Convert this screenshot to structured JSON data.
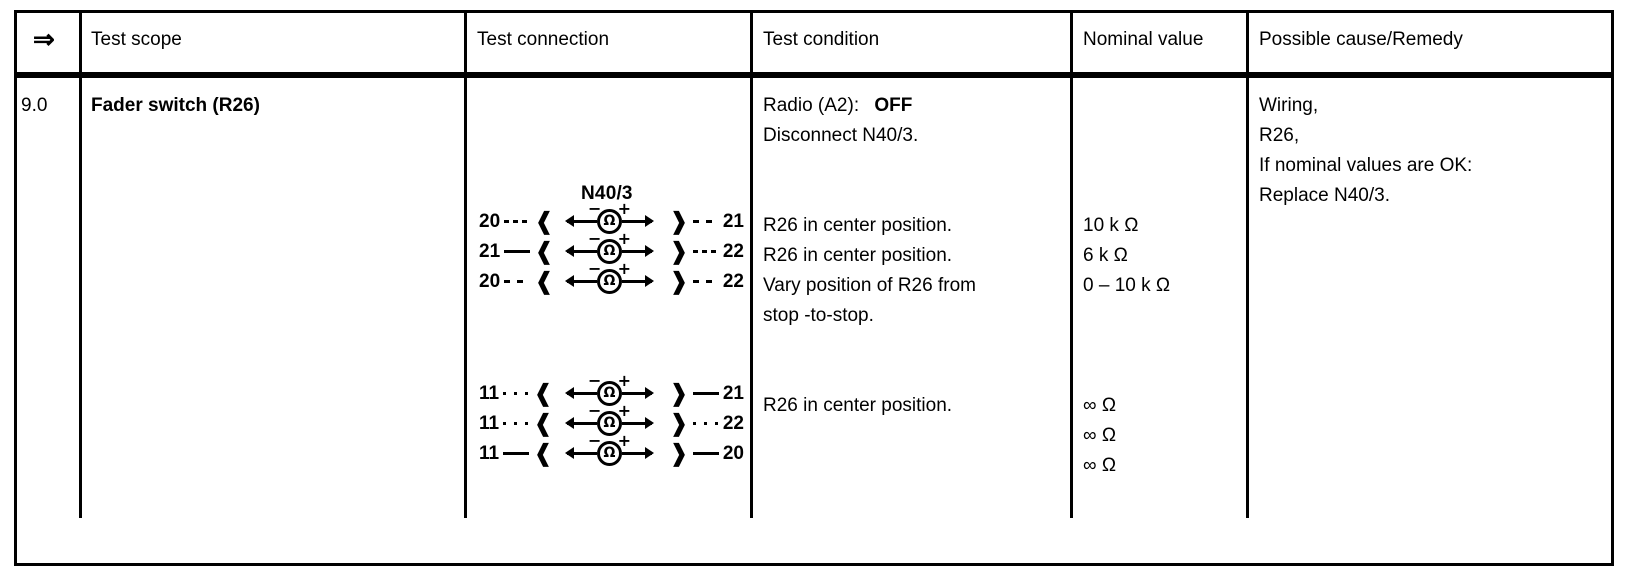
{
  "table": {
    "headers": {
      "arrow_glyph": "⇒",
      "test_scope": "Test scope",
      "test_connection": "Test connection",
      "test_condition": "Test condition",
      "nominal_value": "Nominal value",
      "possible_cause": "Possible cause/Remedy"
    },
    "row": {
      "number": "9.0",
      "scope": "Fader switch (R26)",
      "condition": {
        "line1_label": "Radio (A2):",
        "line1_value": "OFF",
        "line2": "Disconnect N40/3.",
        "line3": "R26 in center position.",
        "line4": "R26 in center position.",
        "line5a": "Vary position of R26 from",
        "line5b": "stop -to-stop.",
        "line6": "R26 in center position."
      },
      "nominal": {
        "v1": "10 k Ω",
        "v2": "6 k Ω",
        "v3": "0 – 10 k Ω",
        "v4": "∞ Ω",
        "v5": "∞ Ω",
        "v6": "∞ Ω"
      },
      "remedy": {
        "l1": "Wiring,",
        "l2": "R26,",
        "l3": "If nominal values are OK:",
        "l4": "Replace N40/3."
      },
      "connection": {
        "device_label": "N40/3",
        "socket_left_glyph": "❰",
        "socket_right_glyph": "❱",
        "meter_symbol": "Ω",
        "minus_sign": "−",
        "plus_sign": "+",
        "measurements": [
          {
            "left": "20",
            "right": "21",
            "left_lead": "dash3",
            "right_lead": "dash2"
          },
          {
            "left": "21",
            "right": "22",
            "left_lead": "solid",
            "right_lead": "dash3"
          },
          {
            "left": "20",
            "right": "22",
            "left_lead": "dash2",
            "right_lead": "dash2"
          },
          {
            "left": "11",
            "right": "21",
            "left_lead": "dot2",
            "right_lead": "solid"
          },
          {
            "left": "11",
            "right": "22",
            "left_lead": "dot2",
            "right_lead": "dot2"
          },
          {
            "left": "11",
            "right": "20",
            "left_lead": "solid",
            "right_lead": "solid"
          }
        ]
      }
    }
  }
}
